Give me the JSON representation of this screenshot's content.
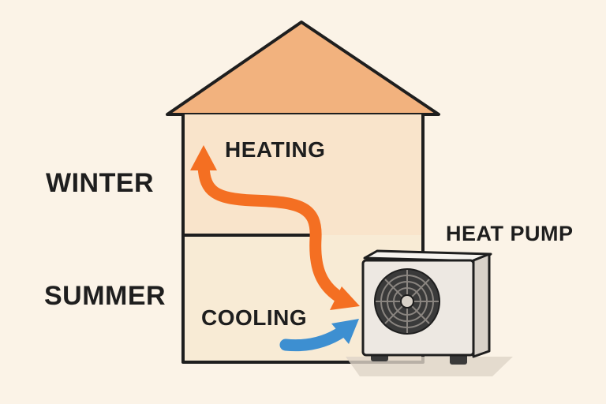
{
  "labels": {
    "winter": "WINTER",
    "summer": "SUMMER",
    "heating": "HEATING",
    "cooling": "COOLING",
    "heat_pump": "HEAT PUMP"
  },
  "colors": {
    "background": "#fbf3e7",
    "roof": "#f2b27e",
    "upper_wall": "#f9e4cb",
    "lower_wall": "#f8ebd5",
    "outline": "#1e1e1e",
    "heating_arrow": "#f46f22",
    "cooling_arrow": "#3d8fd1",
    "unit_body": "#ede8e2",
    "fan": "#3a3a3a"
  }
}
